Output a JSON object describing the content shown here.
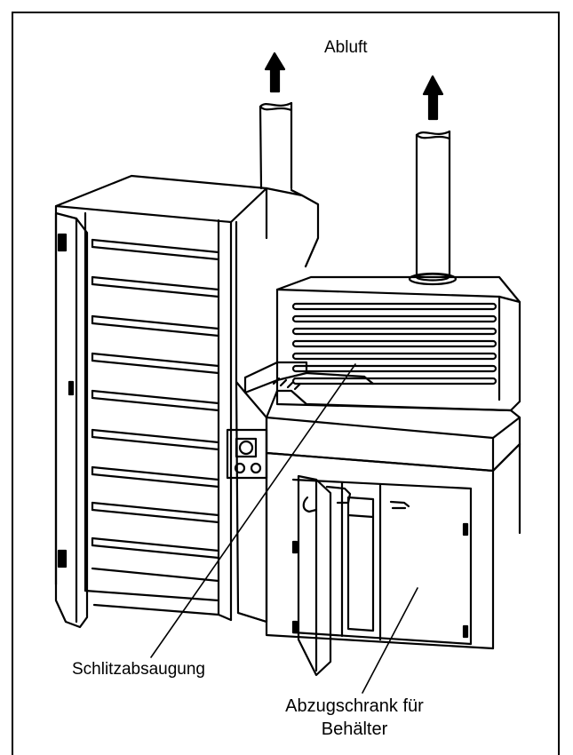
{
  "labels": {
    "abluft": "Abluft",
    "schlitzabsaugung": "Schlitzabsaugung",
    "abzugschrank_line1": "Abzugschrank für",
    "abzugschrank_line2": "Behälter"
  },
  "colors": {
    "ink": "#000000",
    "background": "#ffffff"
  }
}
